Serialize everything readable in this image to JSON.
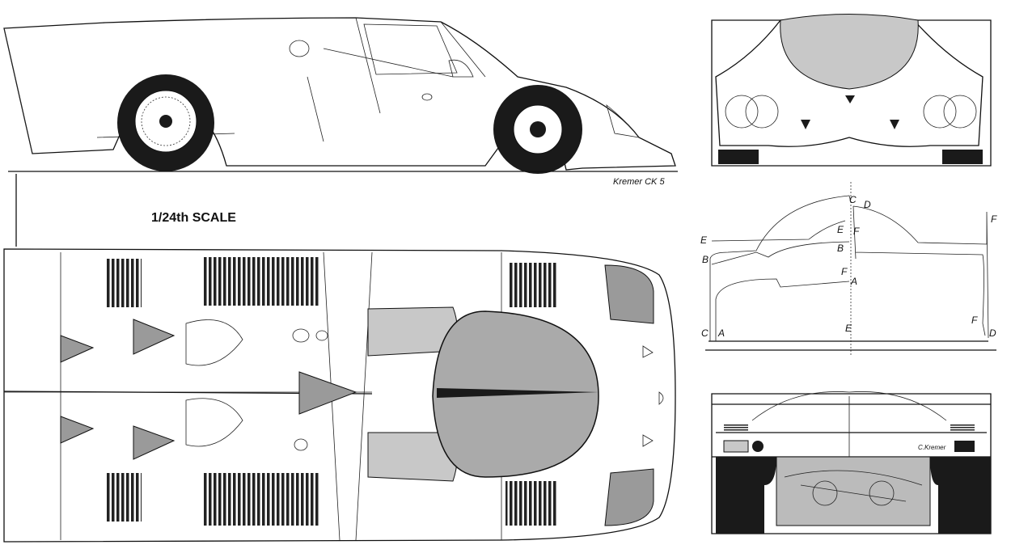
{
  "title": {
    "scale": "1/24th SCALE",
    "model": "Kremer CK 5"
  },
  "rear_view": {
    "badge": "C.Kremer"
  },
  "section_view": {
    "labels": [
      "C",
      "D",
      "E",
      "F",
      "E",
      "B",
      "B",
      "F",
      "A",
      "C",
      "A",
      "F",
      "D",
      "F",
      "E"
    ]
  },
  "colors": {
    "ink": "#111111",
    "paper": "#ffffff",
    "shade": "#9a9a9a"
  }
}
